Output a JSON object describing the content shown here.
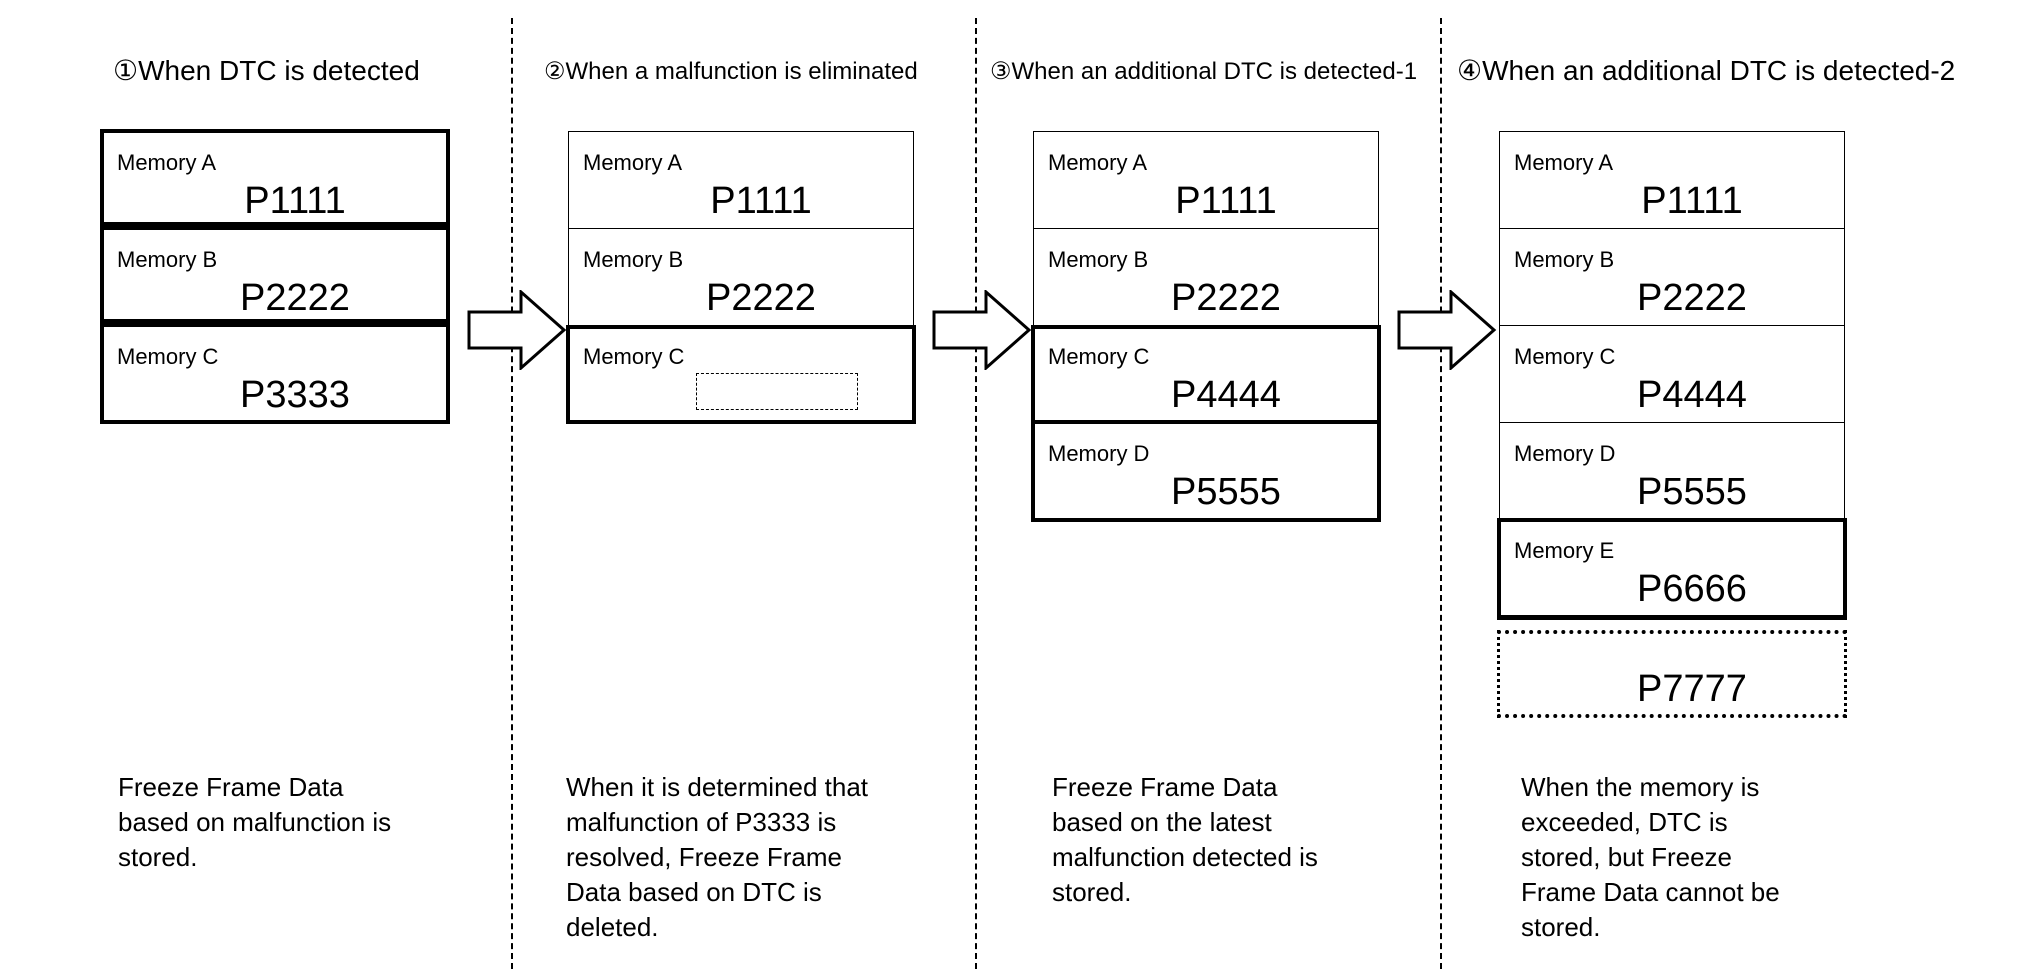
{
  "panels": [
    {
      "title": "①When DTC is detected",
      "cells": [
        {
          "label": "Memory A",
          "code": "P1111"
        },
        {
          "label": "Memory B",
          "code": "P2222"
        },
        {
          "label": "Memory C",
          "code": "P3333"
        }
      ],
      "caption": [
        "Freeze Frame Data",
        "based on malfunction is",
        "stored."
      ]
    },
    {
      "title": "②When a malfunction is eliminated",
      "cells": [
        {
          "label": "Memory A",
          "code": "P1111"
        },
        {
          "label": "Memory B",
          "code": "P2222"
        },
        {
          "label": "Memory C",
          "code": ""
        }
      ],
      "caption": [
        "When it is determined that",
        "malfunction of P3333 is",
        "resolved, Freeze Frame",
        "Data based on DTC is",
        "deleted."
      ]
    },
    {
      "title": "③When an additional DTC is detected-1",
      "cells": [
        {
          "label": "Memory A",
          "code": "P1111"
        },
        {
          "label": "Memory B",
          "code": "P2222"
        },
        {
          "label": "Memory C",
          "code": "P4444"
        },
        {
          "label": "Memory D",
          "code": "P5555"
        }
      ],
      "caption": [
        "Freeze Frame Data",
        "based on the latest",
        "malfunction detected is",
        "stored."
      ]
    },
    {
      "title": "④When an additional DTC is detected-2",
      "cells": [
        {
          "label": "Memory A",
          "code": "P1111"
        },
        {
          "label": "Memory B",
          "code": "P2222"
        },
        {
          "label": "Memory C",
          "code": "P4444"
        },
        {
          "label": "Memory D",
          "code": "P5555"
        },
        {
          "label": "Memory E",
          "code": "P6666"
        }
      ],
      "overflow_code": "P7777",
      "caption": [
        "When the memory is",
        "exceeded, DTC is",
        "stored, but Freeze",
        "Frame Data cannot be",
        "stored."
      ]
    }
  ]
}
